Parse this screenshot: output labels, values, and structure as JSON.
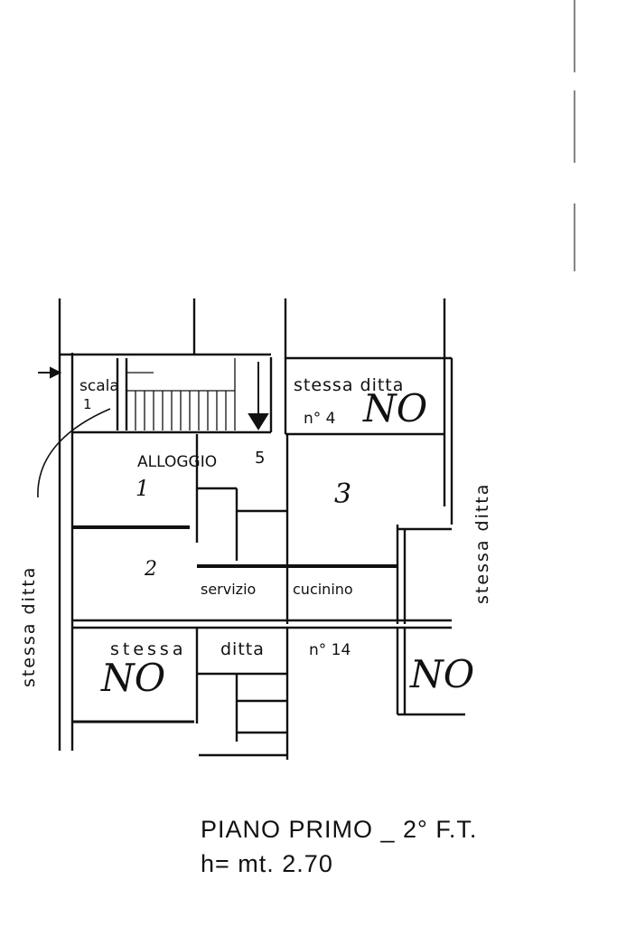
{
  "plan": {
    "labels": {
      "scala": "scala",
      "scala_num": "1",
      "stessa_ditta_top": "stessa ditta",
      "n4": "n° 4",
      "no_top": "NO",
      "alloggio": "ALLOGGIO",
      "n5": "5",
      "room1": "1",
      "room2": "2",
      "room3": "3",
      "servizio": "servizio",
      "cucinino": "cucinino",
      "stessa_bottom": "stessa",
      "ditta_bottom": "ditta",
      "n14": "n° 14",
      "no_bottom_left": "NO",
      "no_bottom_right": "NO",
      "stessa_ditta_left": "stessa ditta",
      "stessa_ditta_right": "stessa ditta"
    }
  },
  "caption": {
    "line1": "PIANO PRIMO _ 2° F.T.",
    "line2": "h= mt. 2.70"
  }
}
